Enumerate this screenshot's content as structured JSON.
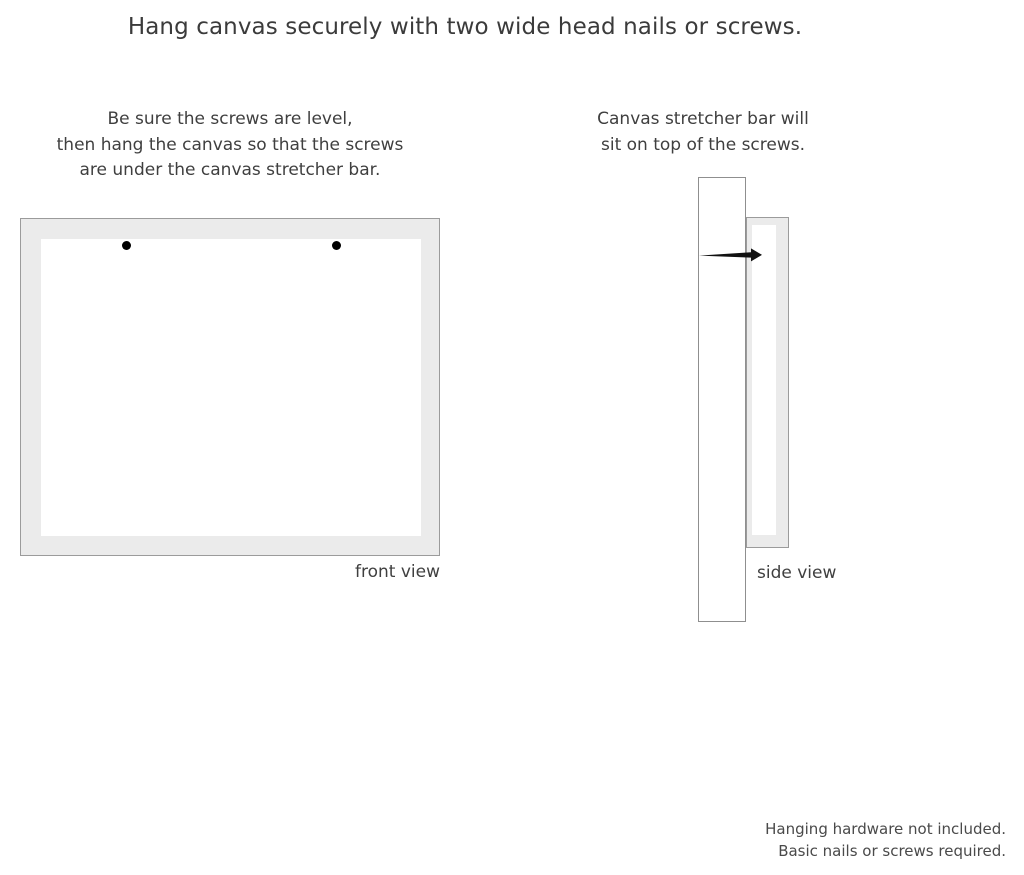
{
  "headline": "Hang canvas securely with two wide head nails or screws.",
  "front_panel": {
    "caption_lines": [
      "Be sure the screws are level,",
      "then hang the canvas so that the screws",
      "are under the canvas stretcher bar."
    ],
    "view_label": "front view",
    "frame_color": "#ebebeb",
    "frame_border_color": "#9b9b9b",
    "canvas_face_color": "#ffffff",
    "screw_color": "#000000",
    "screw_count": 2
  },
  "side_panel": {
    "caption_lines": [
      "Canvas stretcher bar will",
      "sit on top of the screws."
    ],
    "view_label": "side view",
    "wall_color": "#ffffff",
    "wall_border_color": "#8f8f8f",
    "stretcher_bar_color": "#ebebeb",
    "stretcher_bar_border_color": "#9b9b9b",
    "nail_color": "#111111"
  },
  "footer": {
    "lines": [
      "Hanging hardware not included.",
      "Basic nails or screws required."
    ]
  }
}
